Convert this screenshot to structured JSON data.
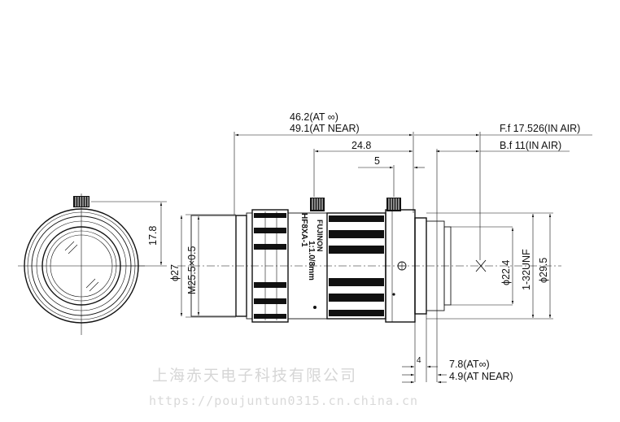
{
  "dimensions": {
    "length_inf": "46.2(AT ∞)",
    "length_near": "49.1(AT NEAR)",
    "d24_8": "24.8",
    "d5": "5",
    "ff": "F.f  17.526(IN AIR)",
    "bf": "B.f  11(IN AIR)",
    "d17_8": "17.8",
    "phi27": "ϕ27",
    "m25_5": "M25.5×0.5",
    "phi22_4": "ϕ22.4",
    "unf": "1-32UNF",
    "phi29_5": "ϕ29.5",
    "d4": "4",
    "d7_8": "7.8(AT∞)",
    "d4_9": "4.9(AT NEAR)"
  },
  "lens_marking": {
    "brand": "FUJINON",
    "model": "HF8XA-1",
    "spec": "1:1.0/8mm"
  },
  "watermark": {
    "company": "上海赤天电子科技有限公司",
    "url": "https://poujuntun0315.cn.china.cn"
  }
}
